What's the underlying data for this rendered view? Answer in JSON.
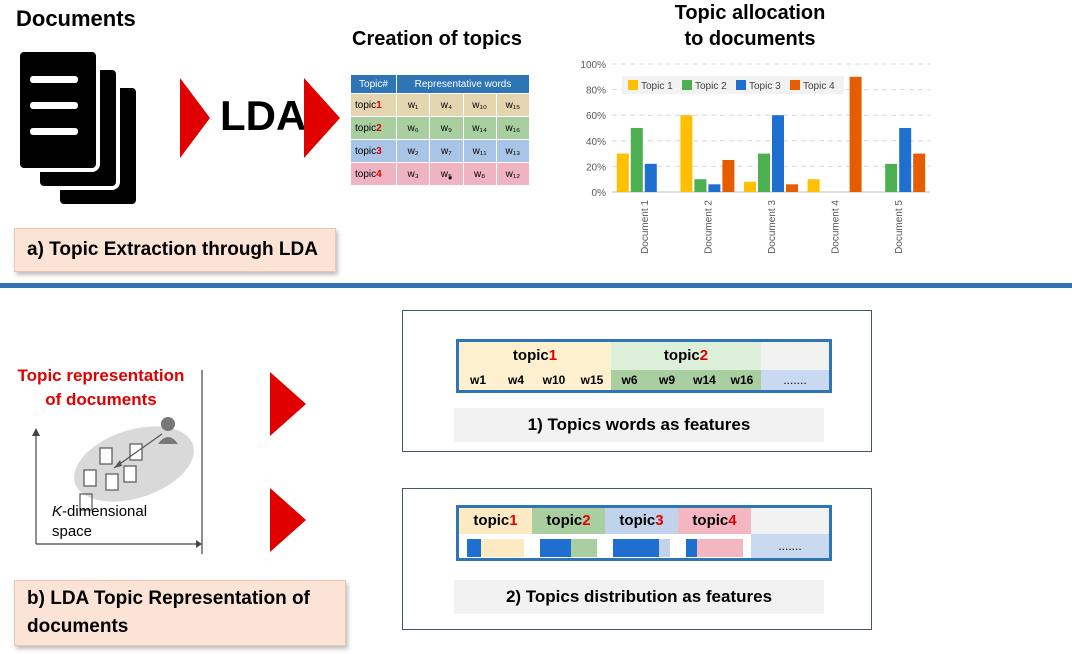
{
  "section_a": {
    "documents_title": "Documents",
    "lda_label": "LDA",
    "creation_title": "Creation of topics",
    "allocation_title_line1": "Topic allocation",
    "allocation_title_line2": "to documents",
    "caption": "a) Topic Extraction through LDA",
    "table": {
      "headers": [
        "Topic#",
        "Representative words"
      ],
      "rows": [
        {
          "prefix": "topic",
          "num": "1",
          "color": "#e4d5b1",
          "words": [
            "w₁",
            "w₄",
            "w₁₀",
            "w₁₅"
          ]
        },
        {
          "prefix": "topic",
          "num": "2",
          "color": "#a9cfa0",
          "words": [
            "w₆",
            "w₉",
            "w₁₄",
            "w₁₆"
          ]
        },
        {
          "prefix": "topic",
          "num": "3",
          "color": "#a8c4e6",
          "words": [
            "w₂",
            "w₇",
            "w₁₁",
            "w₁₃"
          ]
        },
        {
          "prefix": "topic",
          "num": "4",
          "color": "#f0b3c2",
          "words": [
            "w₃",
            "w₅",
            "w₈",
            "w₁₂"
          ]
        }
      ],
      "more": "•"
    }
  },
  "chart_data": {
    "type": "bar",
    "title": "Topic allocation to documents",
    "categories": [
      "Document 1",
      "Document 2",
      "Document 3",
      "Document 4",
      "Document 5"
    ],
    "series": [
      {
        "name": "Topic 1",
        "color": "#ffc000",
        "values": [
          30,
          60,
          8,
          10,
          0
        ]
      },
      {
        "name": "Topic 2",
        "color": "#4caf50",
        "values": [
          50,
          10,
          30,
          0,
          22
        ]
      },
      {
        "name": "Topic 3",
        "color": "#1f6fd1",
        "values": [
          22,
          6,
          60,
          0,
          50
        ]
      },
      {
        "name": "Topic 4",
        "color": "#e65c00",
        "values": [
          0,
          25,
          6,
          90,
          30
        ]
      }
    ],
    "ylim": [
      0,
      100
    ],
    "yticks": [
      "0%",
      "20%",
      "40%",
      "60%",
      "80%",
      "100%"
    ],
    "legend_position": "top",
    "grid": true
  },
  "section_b": {
    "topic_rep_line1": "Topic representation",
    "topic_rep_line2": "of documents",
    "kdim_prefix": "K",
    "kdim_line1_rest": "-dimensional",
    "kdim_line2": "space",
    "caption_line1": "b) LDA Topic Representation of",
    "caption_line2": "documents",
    "panel1": {
      "topics": [
        {
          "prefix": "topic",
          "num": "1",
          "color": "#fdf0cf"
        },
        {
          "prefix": "topic",
          "num": "2",
          "color": "#dcefd8"
        }
      ],
      "words": [
        "w1",
        "w4",
        "w10",
        "w15",
        "w6",
        "w9",
        "w14",
        "w16"
      ],
      "ellipsis": ".......",
      "caption": "1) Topics words as features"
    },
    "panel2": {
      "topics": [
        {
          "prefix": "topic",
          "num": "1",
          "color": "#fde9c2",
          "fill": 0.25
        },
        {
          "prefix": "topic",
          "num": "2",
          "color": "#a9cfa0",
          "fill": 0.55
        },
        {
          "prefix": "topic",
          "num": "3",
          "color": "#c0d3ea",
          "fill": 0.8
        },
        {
          "prefix": "topic",
          "num": "4",
          "color": "#f4b6c0",
          "fill": 0.2
        }
      ],
      "ellipsis": ".......",
      "caption": "2) Topics distribution as features"
    }
  },
  "colors": {
    "accent_blue": "#2e75b6",
    "arrow_red": "#e00000",
    "topic_num_red": "#e00000"
  }
}
